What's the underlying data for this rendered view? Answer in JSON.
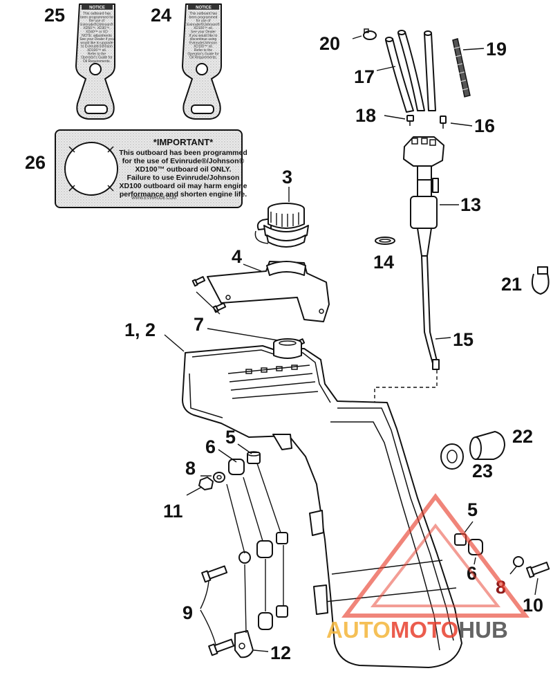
{
  "callouts": {
    "c25": "25",
    "c24": "24",
    "c26": "26",
    "c20": "20",
    "c19": "19",
    "c17": "17",
    "c18": "18",
    "c16": "16",
    "c3": "3",
    "c13": "13",
    "c14": "14",
    "c4": "4",
    "c21": "21",
    "c7": "7",
    "c12a": "1, 2",
    "c15": "15",
    "c22": "22",
    "c23": "23",
    "c5a": "5",
    "c6a": "6",
    "c8a": "8",
    "c11": "11",
    "c5b": "5",
    "c6b": "6",
    "c8b": "8",
    "c10": "10",
    "c9": "9",
    "c12": "12"
  },
  "tag25": {
    "notice": "NOTICE",
    "lines": [
      "This outboard has",
      "been programmed for",
      "the use of",
      "Evinrude®/Johnson®",
      "XD50™, XD30™,",
      "XD40™ or XD",
      "NOTE: adjustments",
      "See your Dealer if you",
      "would like to upgrade",
      "to Evinrude/Johnson",
      "XD100™ oil.",
      "Refer to the",
      "Operator's Guide for",
      "Oil Requirements."
    ]
  },
  "tag24": {
    "notice": "NOTICE",
    "lines": [
      "This outboard has",
      "been programmed",
      "for use of",
      "Evinrude®/Johnson®",
      "XD100™ oil.",
      "See your Dealer",
      "if you would like to",
      "discontinue using",
      "Evinrude/Johnson",
      "XD100™ oil.",
      "Refer to the",
      "Operator's Guide for",
      "Oil Requirements."
    ]
  },
  "important": {
    "title": "*IMPORTANT*",
    "lines": [
      "This outboard has been programmed",
      "for the use of Evinrude®/Johnson®",
      "XD100™ outboard oil ONLY.",
      "Failure to use Evinrude/Johnson",
      "XD100 outboard oil may harm engine",
      "performance and shorten engine life."
    ],
    "url": "WWW.EVINRUDE.COM"
  },
  "watermark": {
    "part1": "AUTO",
    "part2": "MOTO",
    "part3": "HUB",
    "colors": {
      "auto": "#f4b63a",
      "moto": "#e8402f",
      "hub": "#4a4a4a",
      "triangle": "#e8402f"
    }
  }
}
